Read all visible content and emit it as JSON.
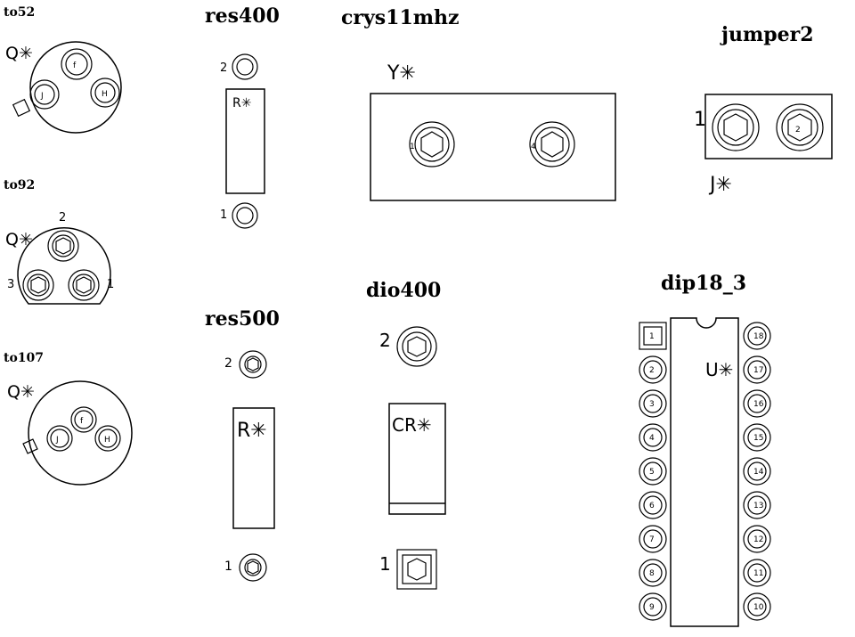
{
  "footprints": {
    "to52": {
      "title": "to52",
      "ref": "Q✳",
      "pins": [
        "f",
        "J",
        "H"
      ]
    },
    "to92": {
      "title": "to92",
      "ref": "Q✳",
      "pins": [
        "2",
        "3",
        "1"
      ]
    },
    "to107": {
      "title": "to107",
      "ref": "Q✳",
      "pins": [
        "f",
        "J",
        "H"
      ]
    },
    "res400": {
      "title": "res400",
      "ref": "R✳",
      "pins": [
        "2",
        "1"
      ]
    },
    "res500": {
      "title": "res500",
      "ref": "R✳",
      "pins": [
        "2",
        "1"
      ]
    },
    "crys11mhz": {
      "title": "crys11mhz",
      "ref": "Y✳",
      "pins": [
        "1",
        "4"
      ]
    },
    "dio400": {
      "title": "dio400",
      "ref": "CR✳",
      "pins": [
        "2",
        "1"
      ]
    },
    "jumper2": {
      "title": "jumper2",
      "ref": "J✳",
      "pins": [
        "1",
        "2"
      ]
    },
    "dip18_3": {
      "title": "dip18_3",
      "ref": "U✳",
      "left_pins": [
        "1",
        "2",
        "3",
        "4",
        "5",
        "6",
        "7",
        "8",
        "9"
      ],
      "right_pins": [
        "18",
        "17",
        "16",
        "15",
        "14",
        "13",
        "12",
        "11",
        "10"
      ]
    }
  }
}
